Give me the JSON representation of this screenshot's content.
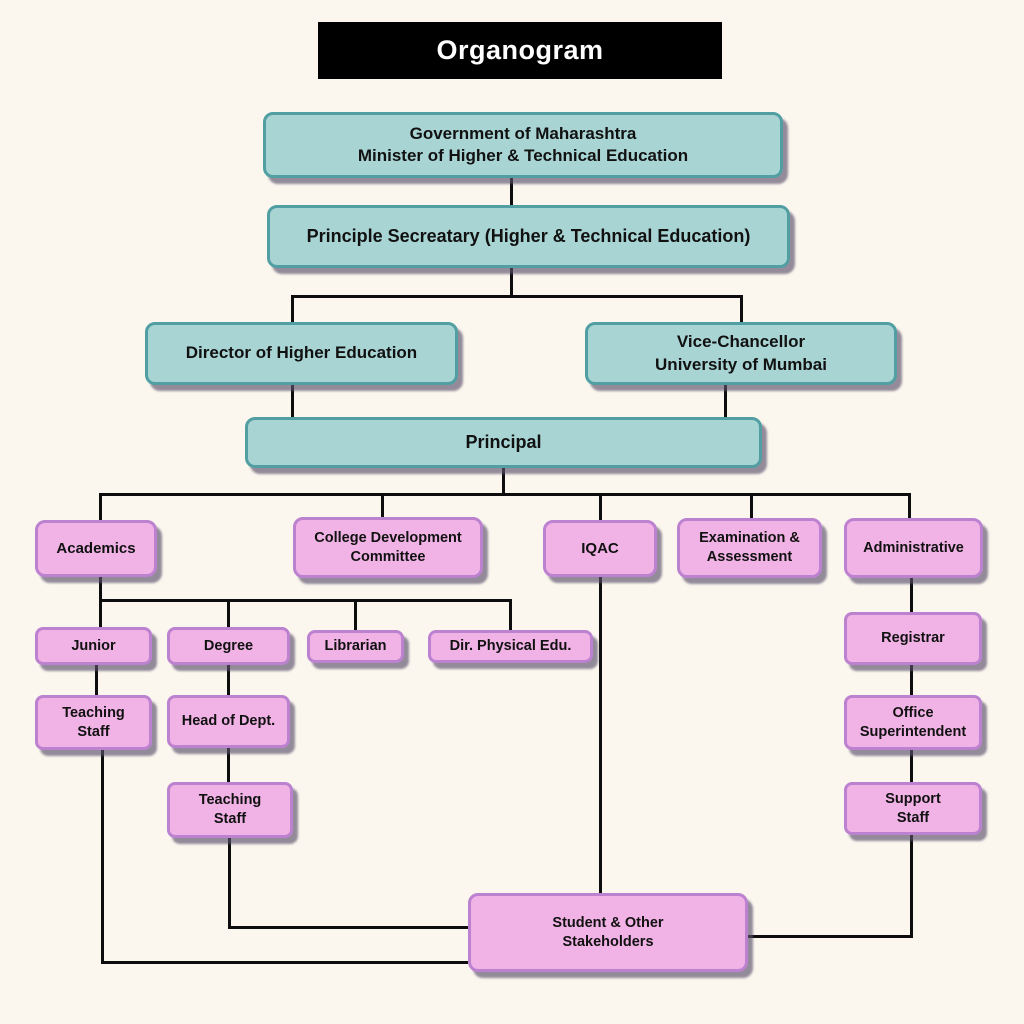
{
  "title": "Organogram",
  "nodes": {
    "government": {
      "label": "Government of Maharashtra\nMinister of Higher & Technical Education"
    },
    "secretary": {
      "label": "Principle Secreatary (Higher & Technical Education)"
    },
    "director": {
      "label": "Director of Higher Education"
    },
    "vice_chancellor": {
      "label": "Vice-Chancellor\nUniversity of Mumbai"
    },
    "principal": {
      "label": "Principal"
    },
    "academics": {
      "label": "Academics"
    },
    "cdc": {
      "label": "College Development\nCommittee"
    },
    "iqac": {
      "label": "IQAC"
    },
    "examination": {
      "label": "Examination &\nAssessment"
    },
    "administrative": {
      "label": "Administrative"
    },
    "junior": {
      "label": "Junior"
    },
    "degree": {
      "label": "Degree"
    },
    "librarian": {
      "label": "Librarian"
    },
    "dir_physical_edu": {
      "label": "Dir. Physical Edu."
    },
    "teaching_staff_junior": {
      "label": "Teaching\nStaff"
    },
    "head_of_dept": {
      "label": "Head of Dept."
    },
    "teaching_staff_degree": {
      "label": "Teaching\nStaff"
    },
    "registrar": {
      "label": "Registrar"
    },
    "office_superintendent": {
      "label": "Office\nSuperintendent"
    },
    "support_staff": {
      "label": "Support\nStaff"
    },
    "stakeholders": {
      "label": "Student & Other\nStakeholders"
    }
  },
  "colors": {
    "background": "#FBF7EF",
    "title_bg": "#000000",
    "title_text": "#FFFFFF",
    "teal_fill": "#A9D4D4",
    "teal_border": "#519FA3",
    "pink_fill": "#F1B3E6",
    "pink_border": "#BC81CF",
    "line": "#0D0D0D"
  }
}
